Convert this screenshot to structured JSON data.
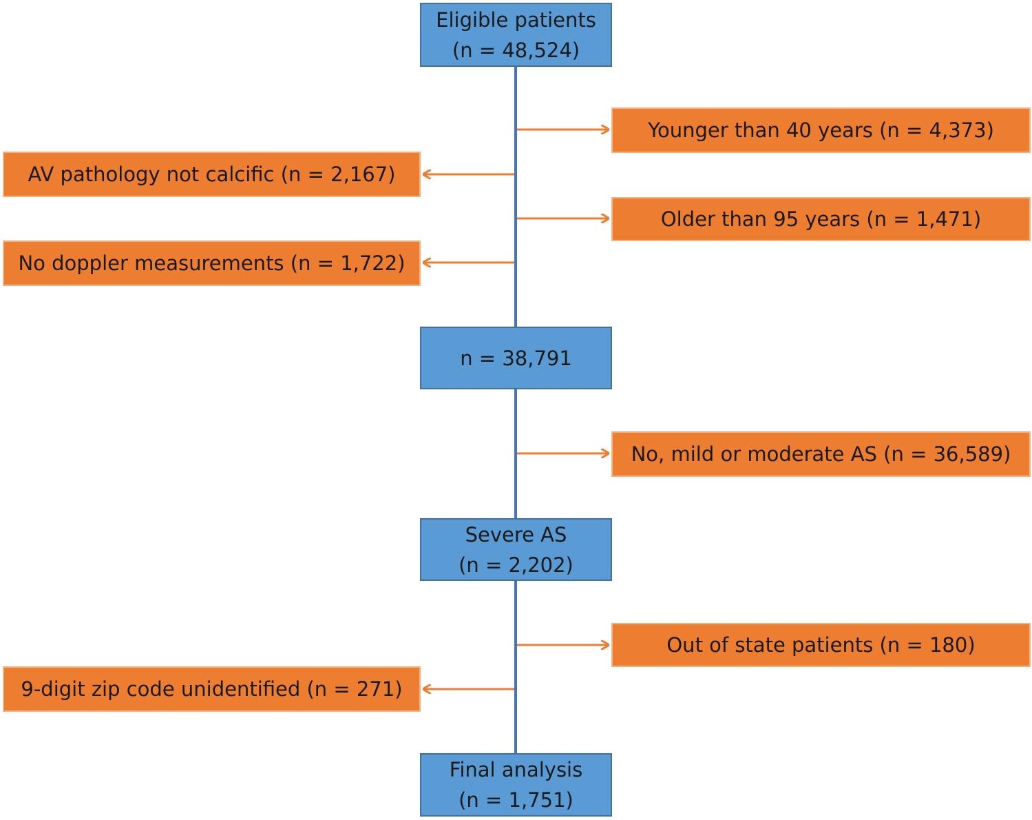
{
  "main_flow": {
    "eligible": {
      "label": "Eligible patients",
      "count": "(n = 48,524)"
    },
    "after_exclusions": {
      "count": "n = 38,791"
    },
    "severe": {
      "label": "Severe AS",
      "count": "(n = 2,202)"
    },
    "final": {
      "label": "Final analysis",
      "count": "(n = 1,751)"
    }
  },
  "exclusions": {
    "younger": "Younger than 40 years (n = 4,373)",
    "av_pathology": "AV pathology not calcific (n = 2,167)",
    "older": "Older than 95 years (n = 1,471)",
    "no_doppler": "No doppler measurements (n = 1,722)",
    "mild_moderate": "No, mild or moderate AS (n = 36,589)",
    "out_of_state": "Out of state patients (n = 180)",
    "zip_unidentified": "9-digit zip code unidentified (n = 271)"
  },
  "colors": {
    "main_box_fill": "#5b9bd5",
    "main_box_border": "#41719c",
    "exclusion_box_fill": "#ed7d31",
    "exclusion_box_border": "#f4b183",
    "trunk_line": "#4472c4",
    "arrow": "#ed7d31"
  }
}
